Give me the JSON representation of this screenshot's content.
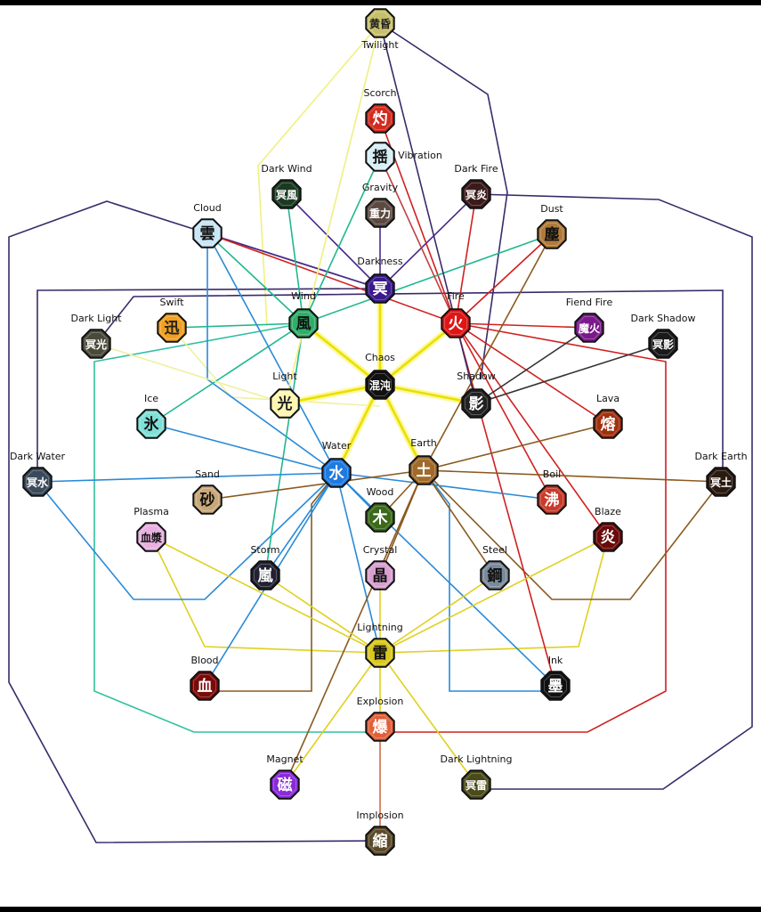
{
  "diagram": {
    "nodes": [
      {
        "id": "twilight",
        "label": "Twilight",
        "kanji": "黄昏",
        "color": "#c7c06a",
        "text": "#222"
      },
      {
        "id": "scorch",
        "label": "Scorch",
        "kanji": "灼",
        "color": "#d12b1f",
        "text": "#fff"
      },
      {
        "id": "vibration",
        "label": "Vibration",
        "kanji": "揺",
        "color": "#d8eef5",
        "text": "#111"
      },
      {
        "id": "gravity",
        "label": "Gravity",
        "kanji": "重力",
        "color": "#5b4a42",
        "text": "#fff"
      },
      {
        "id": "darkwind",
        "label": "Dark Wind",
        "kanji": "冥風",
        "color": "#1a3a22",
        "text": "#fff"
      },
      {
        "id": "darkfire",
        "label": "Dark Fire",
        "kanji": "冥炎",
        "color": "#3a1a1a",
        "text": "#fff"
      },
      {
        "id": "cloud",
        "label": "Cloud",
        "kanji": "雲",
        "color": "#c8e6f5",
        "text": "#111"
      },
      {
        "id": "dust",
        "label": "Dust",
        "kanji": "塵",
        "color": "#b07a3a",
        "text": "#111"
      },
      {
        "id": "darkness",
        "label": "Darkness",
        "kanji": "冥",
        "color": "#3a1a8a",
        "text": "#fff"
      },
      {
        "id": "wind",
        "label": "Wind",
        "kanji": "風",
        "color": "#2fae6a",
        "text": "#111"
      },
      {
        "id": "fire",
        "label": "Fire",
        "kanji": "火",
        "color": "#e01515",
        "text": "#fff"
      },
      {
        "id": "swift",
        "label": "Swift",
        "kanji": "迅",
        "color": "#f0a020",
        "text": "#222"
      },
      {
        "id": "darklight",
        "label": "Dark Light",
        "kanji": "冥光",
        "color": "#4a4a3a",
        "text": "#fff"
      },
      {
        "id": "fiendfire",
        "label": "Fiend Fire",
        "kanji": "魔火",
        "color": "#7a1a8a",
        "text": "#fff"
      },
      {
        "id": "darkshadow",
        "label": "Dark Shadow",
        "kanji": "冥影",
        "color": "#1a1a1a",
        "text": "#fff"
      },
      {
        "id": "chaos",
        "label": "Chaos",
        "kanji": "混沌",
        "color": "#111111",
        "text": "#fff"
      },
      {
        "id": "light",
        "label": "Light",
        "kanji": "光",
        "color": "#fff6b0",
        "text": "#222"
      },
      {
        "id": "shadow",
        "label": "Shadow",
        "kanji": "影",
        "color": "#222222",
        "text": "#fff"
      },
      {
        "id": "ice",
        "label": "Ice",
        "kanji": "氷",
        "color": "#7fe0d8",
        "text": "#111"
      },
      {
        "id": "lava",
        "label": "Lava",
        "kanji": "熔",
        "color": "#a0300f",
        "text": "#fff"
      },
      {
        "id": "darkwater",
        "label": "Dark Water",
        "kanji": "冥水",
        "color": "#3a4a5a",
        "text": "#fff"
      },
      {
        "id": "water",
        "label": "Water",
        "kanji": "水",
        "color": "#1f7ae0",
        "text": "#fff"
      },
      {
        "id": "earth",
        "label": "Earth",
        "kanji": "土",
        "color": "#a06a2a",
        "text": "#fff"
      },
      {
        "id": "darkearth",
        "label": "Dark Earth",
        "kanji": "冥土",
        "color": "#2a1a10",
        "text": "#fff"
      },
      {
        "id": "sand",
        "label": "Sand",
        "kanji": "砂",
        "color": "#c8a878",
        "text": "#111"
      },
      {
        "id": "wood",
        "label": "Wood",
        "kanji": "木",
        "color": "#3a6a1a",
        "text": "#fff"
      },
      {
        "id": "boil",
        "label": "Boil",
        "kanji": "沸",
        "color": "#c83a2a",
        "text": "#fff"
      },
      {
        "id": "plasma",
        "label": "Plasma",
        "kanji": "血漿",
        "color": "#e8b0e0",
        "text": "#111"
      },
      {
        "id": "blaze",
        "label": "Blaze",
        "kanji": "炎",
        "color": "#6a0a0a",
        "text": "#fff"
      },
      {
        "id": "storm",
        "label": "Storm",
        "kanji": "嵐",
        "color": "#222233",
        "text": "#fff"
      },
      {
        "id": "crystal",
        "label": "Crystal",
        "kanji": "晶",
        "color": "#d8a0d0",
        "text": "#111"
      },
      {
        "id": "steel",
        "label": "Steel",
        "kanji": "鋼",
        "color": "#7a8a9a",
        "text": "#111"
      },
      {
        "id": "lightning",
        "label": "Lightning",
        "kanji": "雷",
        "color": "#d8c820",
        "text": "#111"
      },
      {
        "id": "blood",
        "label": "Blood",
        "kanji": "血",
        "color": "#7a0a0a",
        "text": "#fff"
      },
      {
        "id": "ink",
        "label": "Ink",
        "kanji": "墨",
        "color": "#111111",
        "text": "#fff"
      },
      {
        "id": "explosion",
        "label": "Explosion",
        "kanji": "爆",
        "color": "#e0603a",
        "text": "#fff"
      },
      {
        "id": "magnet",
        "label": "Magnet",
        "kanji": "磁",
        "color": "#8a2ad8",
        "text": "#fff"
      },
      {
        "id": "darklightning",
        "label": "Dark Lightning",
        "kanji": "冥雷",
        "color": "#4a4a1a",
        "text": "#fff"
      },
      {
        "id": "implosion",
        "label": "Implosion",
        "kanji": "縮",
        "color": "#5a4a2a",
        "text": "#fff"
      }
    ],
    "edges": [
      {
        "from": "chaos",
        "to": "darkness",
        "color": "#e8e000"
      },
      {
        "from": "chaos",
        "to": "wind",
        "color": "#e8e000"
      },
      {
        "from": "chaos",
        "to": "fire",
        "color": "#e8e000"
      },
      {
        "from": "chaos",
        "to": "light",
        "color": "#e8e000"
      },
      {
        "from": "chaos",
        "to": "shadow",
        "color": "#e8e000"
      },
      {
        "from": "chaos",
        "to": "water",
        "color": "#e8e000"
      },
      {
        "from": "chaos",
        "to": "earth",
        "color": "#e8e000"
      },
      {
        "from": "darkness",
        "to": "darkwind",
        "color": "#4a2a8a"
      },
      {
        "from": "darkness",
        "to": "darkfire",
        "color": "#4a2a8a"
      },
      {
        "from": "darkness",
        "to": "gravity",
        "color": "#4a2a8a"
      },
      {
        "from": "darkness",
        "to": "cloud",
        "color": "#4a2a8a"
      },
      {
        "from": "fire",
        "to": "scorch",
        "color": "#d02020"
      },
      {
        "from": "fire",
        "to": "darkfire",
        "color": "#d02020"
      },
      {
        "from": "fire",
        "to": "dust",
        "color": "#d02020"
      },
      {
        "from": "fire",
        "to": "fiendfire",
        "color": "#d02020"
      },
      {
        "from": "fire",
        "to": "lava",
        "color": "#d02020"
      },
      {
        "from": "fire",
        "to": "boil",
        "color": "#d02020"
      },
      {
        "from": "fire",
        "to": "blaze",
        "color": "#d02020"
      },
      {
        "from": "fire",
        "to": "ink",
        "color": "#d02020"
      },
      {
        "from": "fire",
        "to": "cloud",
        "color": "#d02020"
      },
      {
        "from": "wind",
        "to": "darkwind",
        "color": "#20b890"
      },
      {
        "from": "wind",
        "to": "cloud",
        "color": "#20b890"
      },
      {
        "from": "wind",
        "to": "swift",
        "color": "#20b890"
      },
      {
        "from": "wind",
        "to": "ice",
        "color": "#20b890"
      },
      {
        "from": "wind",
        "to": "vibration",
        "color": "#20b890"
      },
      {
        "from": "wind",
        "to": "dust",
        "color": "#20b890"
      },
      {
        "from": "wind",
        "to": "storm",
        "color": "#20b890"
      },
      {
        "from": "water",
        "to": "ice",
        "color": "#2a8ad8"
      },
      {
        "from": "water",
        "to": "cloud",
        "color": "#2a8ad8"
      },
      {
        "from": "water",
        "to": "boil",
        "color": "#2a8ad8"
      },
      {
        "from": "water",
        "to": "storm",
        "color": "#2a8ad8"
      },
      {
        "from": "water",
        "to": "wood",
        "color": "#2a8ad8"
      },
      {
        "from": "water",
        "to": "lightning",
        "color": "#2a8ad8"
      },
      {
        "from": "water",
        "to": "ink",
        "color": "#2a8ad8"
      },
      {
        "from": "water",
        "to": "blood",
        "color": "#2a8ad8"
      },
      {
        "from": "water",
        "to": "darkwater",
        "color": "#2a8ad8"
      },
      {
        "from": "earth",
        "to": "sand",
        "color": "#8a5a20"
      },
      {
        "from": "earth",
        "to": "wood",
        "color": "#8a5a20"
      },
      {
        "from": "earth",
        "to": "lava",
        "color": "#8a5a20"
      },
      {
        "from": "earth",
        "to": "steel",
        "color": "#8a5a20"
      },
      {
        "from": "earth",
        "to": "crystal",
        "color": "#8a5a20"
      },
      {
        "from": "earth",
        "to": "dust",
        "color": "#8a5a20"
      },
      {
        "from": "earth",
        "to": "magnet",
        "color": "#8a5a20"
      },
      {
        "from": "earth",
        "to": "darkearth",
        "color": "#8a5a20"
      },
      {
        "from": "lightning",
        "to": "storm",
        "color": "#e0d020"
      },
      {
        "from": "lightning",
        "to": "plasma",
        "color": "#e0d020"
      },
      {
        "from": "lightning",
        "to": "crystal",
        "color": "#e0d020"
      },
      {
        "from": "lightning",
        "to": "steel",
        "color": "#e0d020"
      },
      {
        "from": "lightning",
        "to": "blaze",
        "color": "#e0d020"
      },
      {
        "from": "lightning",
        "to": "magnet",
        "color": "#e0d020"
      },
      {
        "from": "lightning",
        "to": "darklightning",
        "color": "#e0d020"
      },
      {
        "from": "lightning",
        "to": "explosion",
        "color": "#e0d020"
      },
      {
        "from": "explosion",
        "to": "implosion",
        "color": "#d07040"
      },
      {
        "from": "twilight",
        "to": "light",
        "color": "#f0f080"
      },
      {
        "from": "twilight",
        "to": "shadow",
        "color": "#3a2a6a"
      },
      {
        "from": "light",
        "to": "darklight",
        "color": "#f0f0a0"
      },
      {
        "from": "shadow",
        "to": "darkshadow",
        "color": "#333333"
      },
      {
        "from": "shadow",
        "to": "fiendfire",
        "color": "#333333"
      },
      {
        "from": "fire",
        "to": "vibration",
        "color": "#c04040"
      }
    ]
  }
}
